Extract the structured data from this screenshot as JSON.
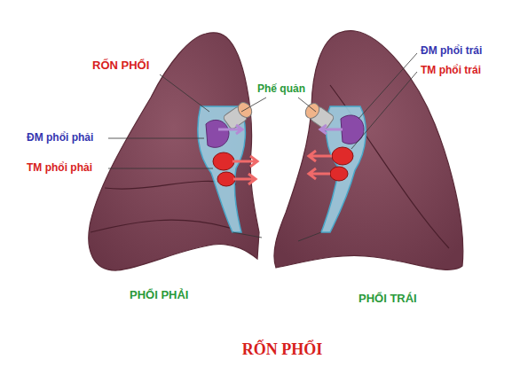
{
  "diagram": {
    "caption": "RỐN PHỔI",
    "labels": [
      "RỐN PHỔI",
      "Phế quản",
      "ĐM phổi trái",
      "TM phổi trái",
      "ĐM phổi phải",
      "TM phổi phải",
      "PHỔI PHẢI",
      "PHỔI TRÁI"
    ]
  }
}
